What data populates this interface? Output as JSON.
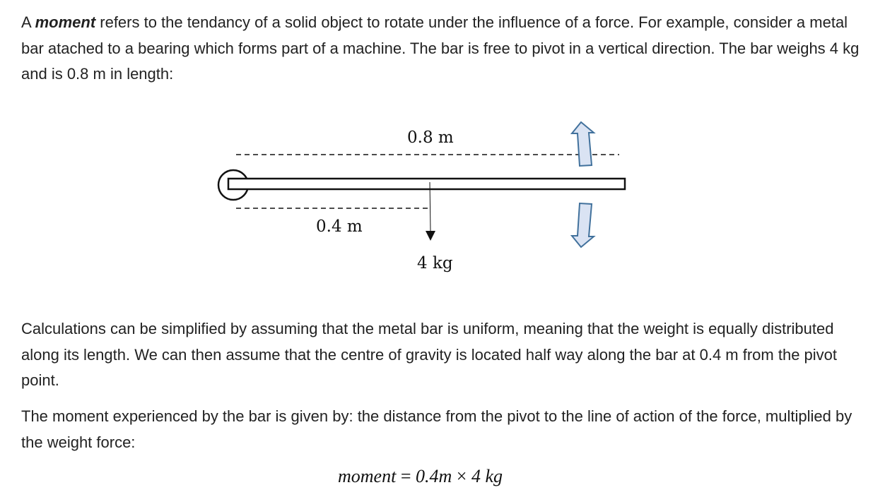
{
  "intro": {
    "prefix": "A ",
    "term": "moment",
    "text": " refers to the tendancy of a solid object to rotate under the influence of a force.  For example, consider a metal bar atached to a bearing which forms part of a machine.  The bar is free to pivot in a vertical direction.  The bar weighs 4 kg and is 0.8 m in length:"
  },
  "diagram": {
    "length_label": "0.8 m",
    "half_length_label": "0.4 m",
    "weight_label": "4 kg",
    "arrow_color": "#dae3f3",
    "arrow_stroke": "#41719c"
  },
  "para2": "Calculations can be simplified by assuming that the metal bar is uniform, meaning that the weight is equally distributed along its length.  We can then assume that the centre of gravity is located half way along the bar at 0.4 m from the pivot point.",
  "para3": "The moment experienced by the bar is given by: the distance from the pivot to the line of action of the force, multiplied by the weight force:",
  "equation": {
    "lhs": "moment",
    "equals": " = ",
    "distance": "0.4m",
    "times": " × ",
    "weight": "4 kg"
  }
}
